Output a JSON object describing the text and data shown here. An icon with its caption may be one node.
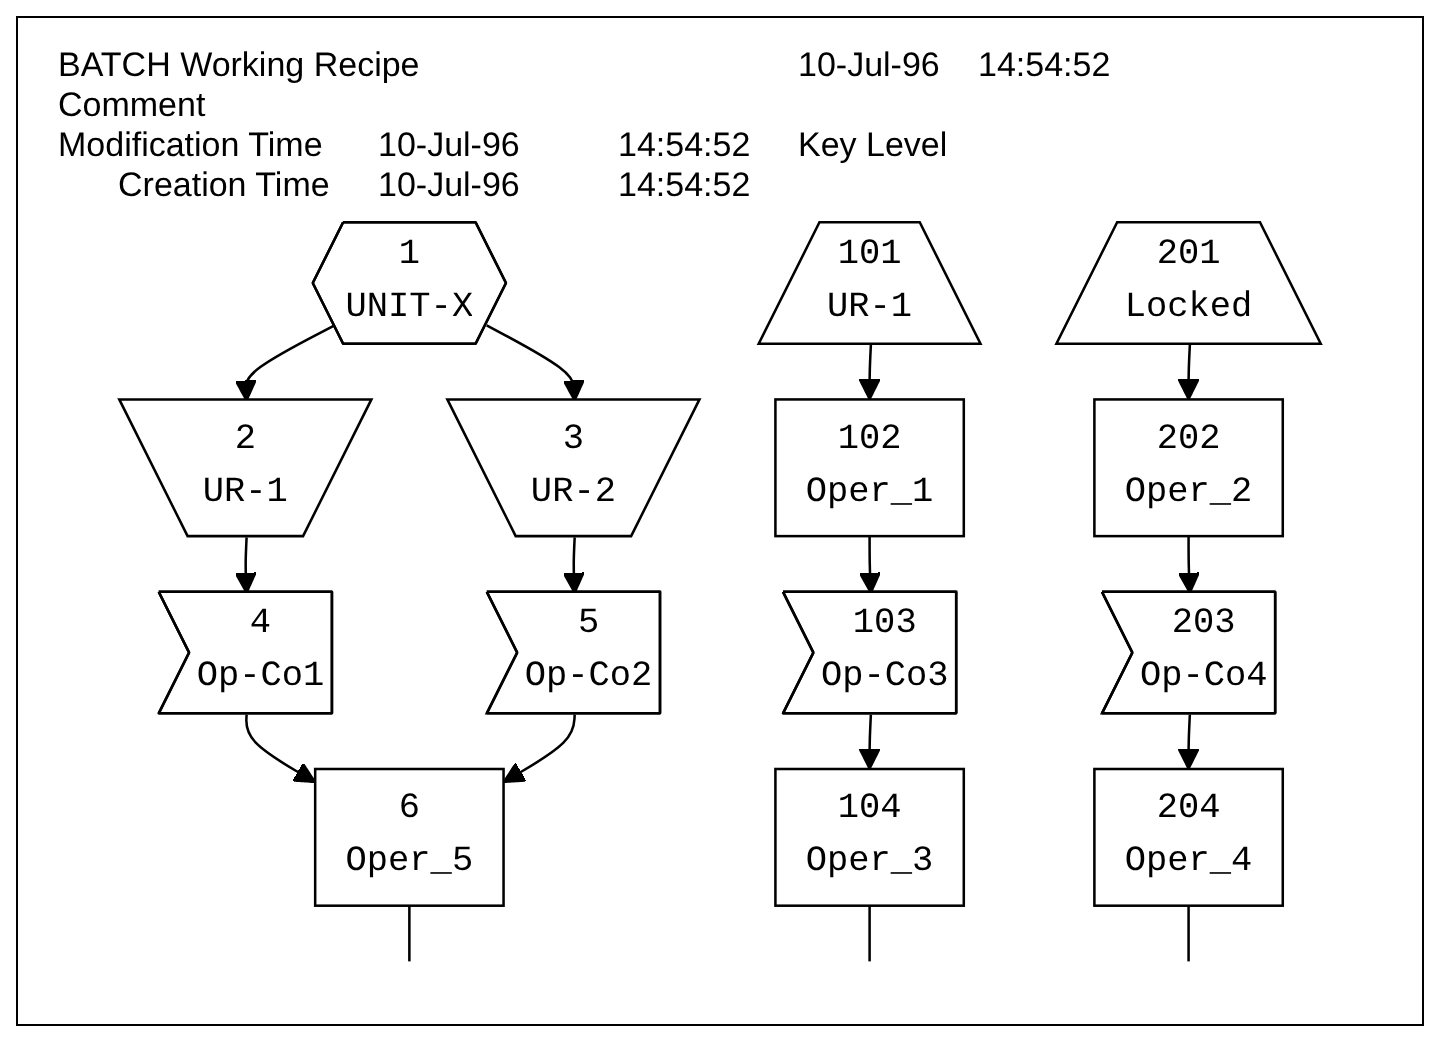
{
  "diagram": {
    "nodes": [
      {
        "text": [
          "1",
          "UNIT-X"
        ]
      },
      {
        "text": [
          "2",
          "UR-1"
        ]
      },
      {
        "text": [
          "3",
          "UR-2"
        ]
      },
      {
        "text": [
          "4",
          "Op-Co1"
        ]
      },
      {
        "text": [
          "5",
          "Op-Co2"
        ]
      },
      {
        "text": [
          "6",
          "Oper_5"
        ]
      },
      {
        "text": [
          "101",
          "UR-1"
        ]
      },
      {
        "text": [
          "102",
          "Oper_1"
        ]
      },
      {
        "text": [
          "103",
          "Op-Co3"
        ]
      },
      {
        "text": [
          "104",
          "Oper_3"
        ]
      },
      {
        "text": [
          "201",
          "Locked"
        ]
      },
      {
        "text": [
          "202",
          "Oper_2"
        ]
      },
      {
        "text": [
          "203",
          "Op-Co4"
        ]
      },
      {
        "text": [
          "204",
          "Oper_4"
        ]
      }
    ],
    "edges": [
      {
        "from": 0,
        "to": 1,
        "arrow": "to"
      },
      {
        "from": 0,
        "to": 2,
        "arrow": "to"
      },
      {
        "from": 1,
        "to": 3,
        "arrow": "to"
      },
      {
        "from": 2,
        "to": 4,
        "arrow": "to"
      },
      {
        "from": 3,
        "to": 5,
        "arrow": "to"
      },
      {
        "from": 4,
        "to": 5,
        "arrow": "to"
      },
      {
        "from": 5,
        "to": null,
        "arrow": "none"
      },
      {
        "from": 6,
        "to": 7,
        "arrow": "to"
      },
      {
        "from": 7,
        "to": 8,
        "arrow": "to"
      },
      {
        "from": 8,
        "to": 9,
        "arrow": "to"
      },
      {
        "from": 9,
        "to": null,
        "arrow": "none"
      },
      {
        "from": 10,
        "to": 11,
        "arrow": "to"
      },
      {
        "from": 11,
        "to": 12,
        "arrow": "to"
      },
      {
        "from": 12,
        "to": 13,
        "arrow": "to"
      },
      {
        "from": 13,
        "to": null,
        "arrow": "none"
      }
    ],
    "labels": [
      "BATCH Working Recipe",
      "10-Jul-96",
      "14:54:52",
      "Comment",
      "Modification Time",
      "10-Jul-96",
      "14:54:52",
      "Key Level",
      "Creation Time",
      "10-Jul-96",
      "14:54:52"
    ]
  }
}
